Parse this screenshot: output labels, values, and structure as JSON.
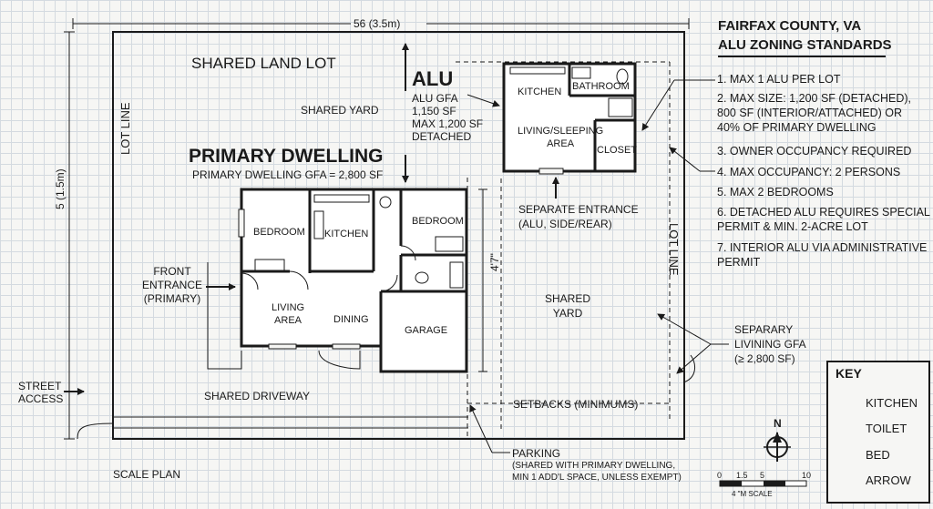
{
  "title": {
    "line1": "FAIRFAX COUNTY, VA",
    "line2": "ALU ZONING STANDARDS"
  },
  "rules": [
    "1. MAX 1 ALU PER LOT",
    "2. MAX SIZE: 1,200 SF (DETACHED),\n800 SF (INTERIOR/ATTACHED) OR\n40% OF PRIMARY DWELLING",
    "3. OWNER OCCUPANCY REQUIRED",
    "4. MAX OCCUPANCY: 2 PERSONS",
    "5. MAX 2 BEDROOMS",
    "6. DETACHED ALU REQUIRES SPECIAL\nPERMIT & MIN. 2-ACRE LOT",
    "7. INTERIOR ALU VIA ADMINISTRATIVE\nPERMIT"
  ],
  "labels": {
    "dimension_top": "56 (3.5m)",
    "dimension_left": "5 (1.5m)",
    "dimension_garage": "4'7\"",
    "shared_land_lot": "SHARED LAND LOT",
    "lot_line_left": "LOT LINE",
    "lot_line_right": "LOT LINE",
    "shared_yard_top": "SHARED YARD",
    "shared_yard_right": "SHARED\nYARD",
    "alu_title": "ALU",
    "alu_details": "ALU GFA\n1,150 SF\nMAX 1,200 SF\nDETACHED",
    "primary_title": "PRIMARY DWELLING",
    "primary_gfa": "PRIMARY DWELLING GFA = 2,800 SF",
    "front_entrance": "FRONT\nENTRANCE\n(PRIMARY)",
    "street_access": "STREET\nACCESS",
    "shared_driveway": "SHARED DRIVEWAY",
    "separate_entrance": "SEPARATE ENTRANCE\n(ALU, SIDE/REAR)",
    "separary_gfa": "SEPARARY\nLIVINING GFA\n(≥ 2,800 SF)",
    "setbacks": "SETBACKS (MINIMUMS)",
    "parking_title": "PARKING",
    "parking_note": "(SHARED WITH PRIMARY DWELLING,\nMIN 1 ADD'L SPACE, UNLESS EXEMPT)",
    "scale_plan": "SCALE PLAN"
  },
  "rooms": {
    "alu_kitchen": "KITCHEN",
    "alu_bathroom": "BATHROOM",
    "alu_living": "LIVING/SLEEPING\nAREA",
    "alu_closet": "CLOSET",
    "bedroom_left": "BEDROOM",
    "kitchen": "KITCHEN",
    "bedroom_right": "BEDROOM",
    "living_area": "LIVING\nAREA",
    "dining": "DINING",
    "garage": "GARAGE"
  },
  "compass": {
    "north": "N"
  },
  "scale_bar": {
    "ticks": [
      "0",
      "1.5",
      "5",
      "10"
    ],
    "caption": "4 \"M  SCALE"
  },
  "key": {
    "title": "KEY",
    "items": [
      {
        "icon": "stove-icon",
        "label": "KITCHEN"
      },
      {
        "icon": "toilet-icon",
        "label": "TOILET"
      },
      {
        "icon": "bed-icon",
        "label": "BED"
      },
      {
        "icon": "arrow-icon",
        "label": "ARROW"
      }
    ]
  }
}
